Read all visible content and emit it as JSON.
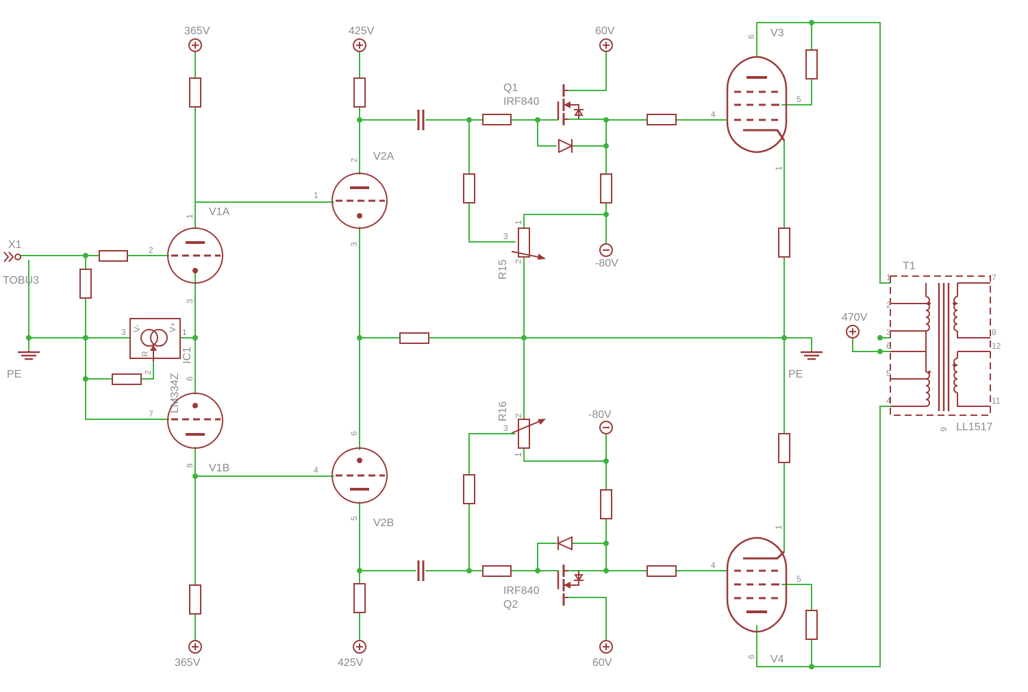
{
  "rails": {
    "v365": "365V",
    "v425": "425V",
    "v60": "60V",
    "vneg80": "-80V",
    "v470": "470V"
  },
  "ground_label": "PE",
  "connector": {
    "name": "X1",
    "type": "TOBU3"
  },
  "parts": {
    "v1a": "V1A",
    "v1b": "V1B",
    "v2a": "V2A",
    "v2b": "V2B",
    "v3": "V3",
    "v4": "V4",
    "q1": "Q1",
    "q2": "Q2",
    "mosfet_type": "IRF840",
    "r15": "R15",
    "r16": "R16",
    "ic1": "IC1",
    "ic1_type": "LM334Z",
    "t1": "T1",
    "t1_type": "LL1517"
  },
  "ic_pins": {
    "vminus": "V-",
    "vplus": "V+",
    "r": "R"
  },
  "pins": {
    "p1": "1",
    "p2": "2",
    "p3": "3",
    "p4": "4",
    "p5": "5",
    "p6": "6",
    "p7": "7",
    "p8": "8",
    "p9": "9",
    "p11": "11",
    "p12": "12"
  }
}
